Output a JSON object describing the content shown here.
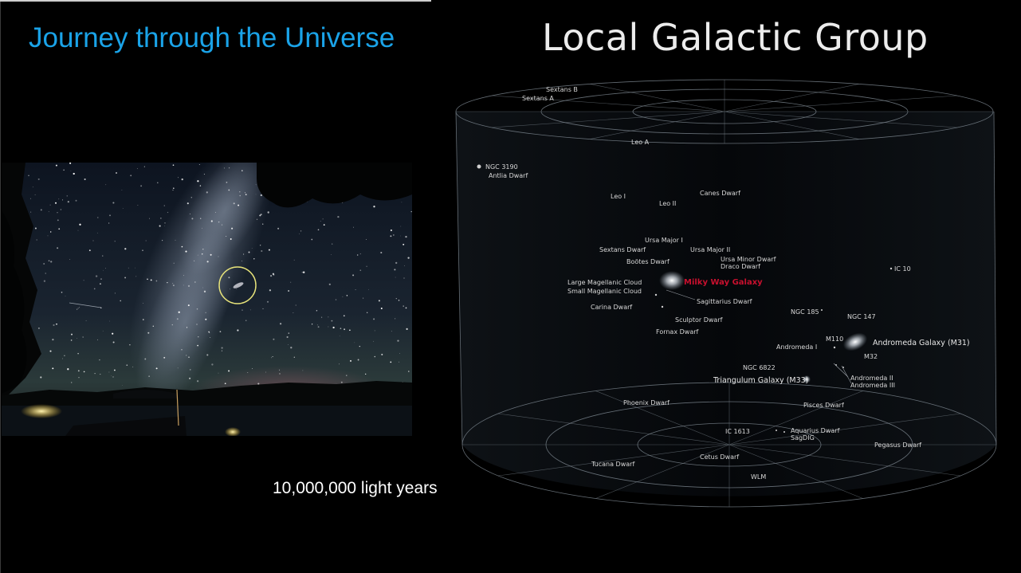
{
  "slide": {
    "title": "Journey through the Universe",
    "scale_label": "10,000,000 light years"
  },
  "diagram": {
    "title": "Local Galactic Group",
    "labels": {
      "sextans_b": "Sextans B",
      "sextans_a": "Sextans A",
      "leo_a": "Leo A",
      "ngc_3190": "NGC 3190",
      "antlia": "Antlia Dwarf",
      "leo_i": "Leo I",
      "leo_ii": "Leo II",
      "canes": "Canes Dwarf",
      "ursa_major_i": "Ursa Major I",
      "sextans_dwarf": "Sextans Dwarf",
      "ursa_major_ii": "Ursa Major II",
      "bootes": "Boötes Dwarf",
      "ursa_minor": "Ursa Minor Dwarf",
      "draco": "Draco Dwarf",
      "ic_10": "IC 10",
      "lmc": "Large Magellanic Cloud",
      "smc": "Small Magellanic Cloud",
      "milky_way": "Milky Way Galaxy",
      "sagittarius": "Sagittarius Dwarf",
      "carina": "Carina Dwarf",
      "ngc_185": "NGC 185",
      "ngc_147": "NGC 147",
      "sculptor": "Sculptor Dwarf",
      "fornax": "Fornax Dwarf",
      "m110": "M110",
      "andromeda_galaxy": "Andromeda Galaxy (M31)",
      "andromeda_i": "Andromeda I",
      "m32": "M32",
      "ngc_6822": "NGC 6822",
      "triangulum": "Triangulum Galaxy (M33)",
      "andromeda_ii": "Andromeda II",
      "andromeda_iii": "Andromeda III",
      "phoenix": "Phoenix Dwarf",
      "pisces": "Pisces Dwarf",
      "ic_1613": "IC 1613",
      "aquarius": "Aquarius Dwarf",
      "sagdig": "SagDIG",
      "pegasus": "Pegasus Dwarf",
      "tucana": "Tucana Dwarf",
      "cetus": "Cetus Dwarf",
      "wlm": "WLM"
    }
  },
  "colors": {
    "title_blue": "#1aa3e8",
    "milky_way_red": "#c8102e",
    "background": "#000000"
  }
}
